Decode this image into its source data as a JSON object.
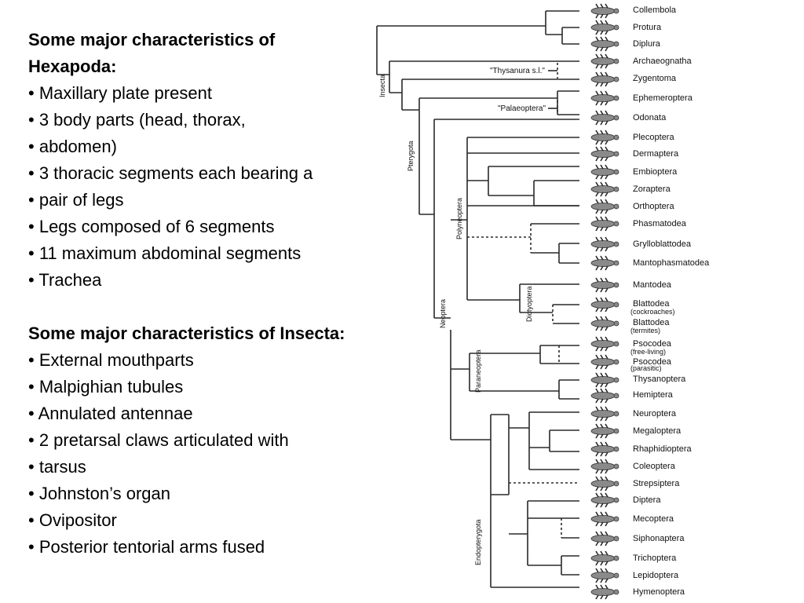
{
  "hexapoda": {
    "heading_line1": "Some major characteristics of",
    "heading_line2": "Hexapoda:",
    "bullets": [
      "Maxillary plate present",
      "3 body parts (head, thorax,",
      "abdomen)",
      "3 thoracic segments each bearing a",
      "pair of legs",
      "Legs composed of 6 segments",
      "11 maximum abdominal segments",
      "Trachea"
    ]
  },
  "insecta": {
    "heading": "Some major characteristics of Insecta:",
    "bullets": [
      "External mouthparts",
      "Malpighian tubules",
      "Annulated antennae",
      "2 pretarsal claws articulated with",
      "tarsus",
      "Johnston’s organ",
      "Ovipositor",
      "Posterior tentorial arms fused"
    ]
  },
  "tree": {
    "taxa": [
      "Collembola",
      "Protura",
      "Diplura",
      "Archaeognatha",
      "Zygentoma",
      "Ephemeroptera",
      "Odonata",
      "Plecoptera",
      "Dermaptera",
      "Embioptera",
      "Zoraptera",
      "Orthoptera",
      "Phasmatodea",
      "Grylloblattodea",
      "Mantophasmatodea",
      "Mantodea",
      "Blattodea",
      "Blattodea",
      "Psocodea",
      "Psocodea",
      "Thysanoptera",
      "Hemiptera",
      "Neuroptera",
      "Megaloptera",
      "Rhaphidioptera",
      "Coleoptera",
      "Strepsiptera",
      "Diptera",
      "Mecoptera",
      "Siphonaptera",
      "Trichoptera",
      "Lepidoptera",
      "Hymenoptera"
    ],
    "taxa_notes": {
      "cockroaches": "(cockroaches)",
      "termites": "(termites)",
      "free_living": "(free-living)",
      "parasitic": "(parasitic)"
    },
    "clades": [
      "Insecta",
      "Pterygota",
      "Neoptera",
      "Polyneoptera",
      "Dictyoptera",
      "Paraneoptera",
      "Endopterygota"
    ],
    "groups": {
      "thysanura": "\"Thysanura s.l.\"",
      "palaeoptera": "\"Palaeoptera\""
    }
  }
}
